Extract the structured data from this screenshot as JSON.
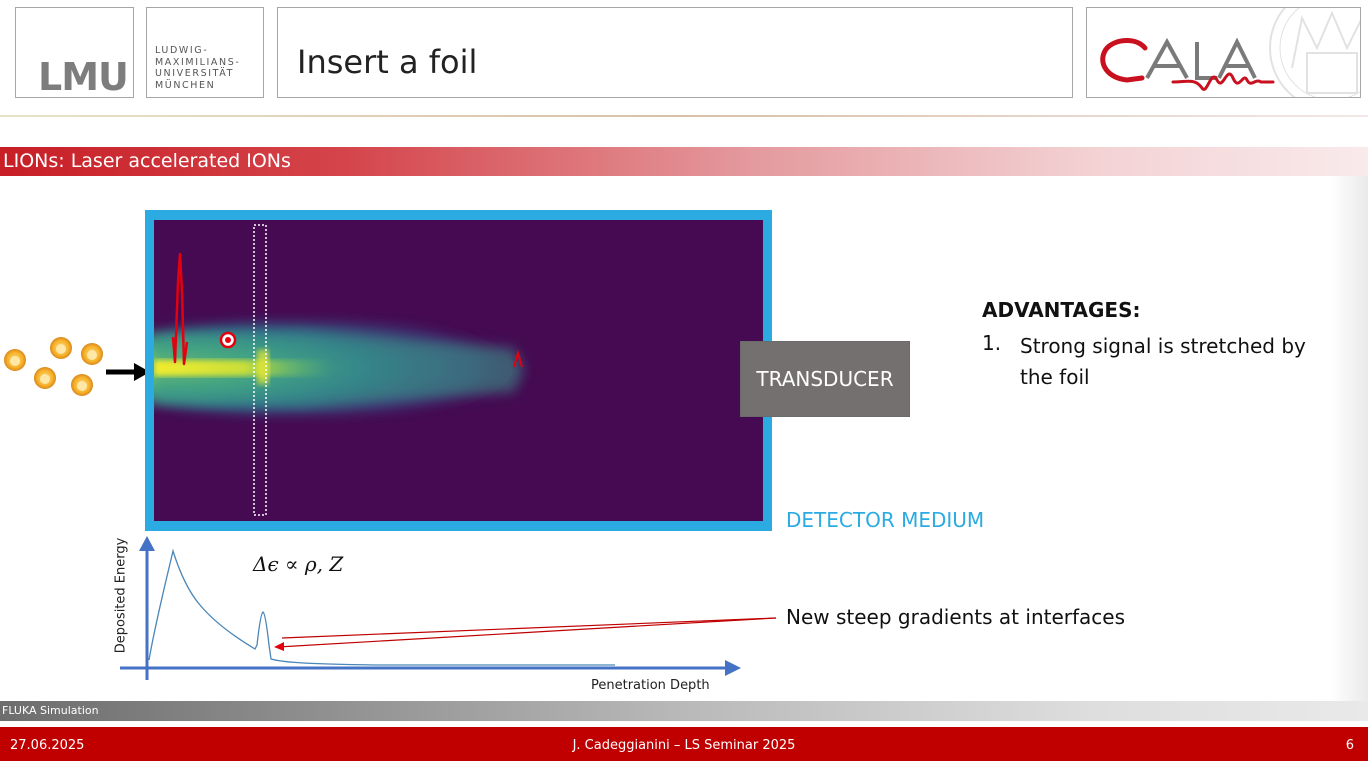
{
  "header": {
    "lmu_logo_text": "LMU",
    "university_name": "LUDWIG-\nMAXIMILIANS-\nUNIVERSITÄT\nMÜNCHEN",
    "slide_title": "Insert a foil",
    "cala_logo_text": "CALA"
  },
  "section_bar": {
    "label": "LIONs: Laser accelerated IONs"
  },
  "detector": {
    "transducer_label": "TRANSDUCER",
    "medium_label": "DETECTOR MEDIUM"
  },
  "advantages": {
    "title": "ADVANTAGES:",
    "items": [
      {
        "number": "1.",
        "text": "Strong signal is stretched by the foil"
      }
    ]
  },
  "plot": {
    "formula": "Δϵ ∝ ρ, Z",
    "annotation": "New steep gradients at interfaces",
    "xlabel": "Penetration Depth",
    "ylabel": "Deposited Energy"
  },
  "fluka_label": "FLUKA Simulation",
  "footer": {
    "date": "27.06.2025",
    "center": "J. Cadeggianini – LS Seminar 2025",
    "page": "6"
  },
  "colors": {
    "accent_red": "#c00000",
    "detector_blue": "#2cabe3",
    "medium_purple": "#450a52",
    "transducer_gray": "#757070"
  }
}
